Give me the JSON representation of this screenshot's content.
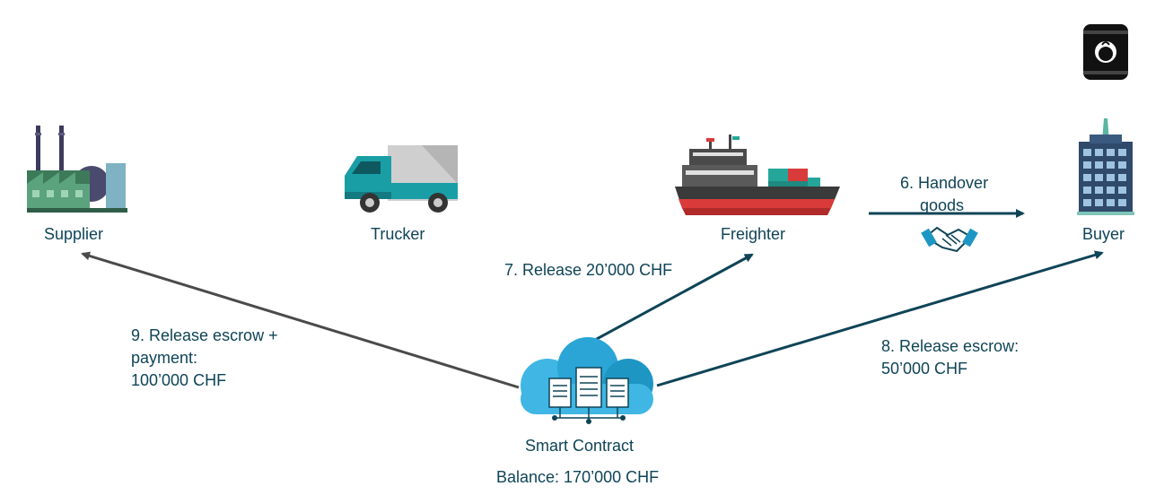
{
  "actors": {
    "supplier": "Supplier",
    "trucker": "Trucker",
    "freighter": "Freighter",
    "buyer": "Buyer"
  },
  "contract": {
    "name": "Smart Contract",
    "balance": "Balance: 170’000 CHF"
  },
  "steps": {
    "handover_line1": "6. Handover",
    "handover_line2": "goods",
    "release_freighter": "7. Release 20’000 CHF",
    "release_buyer_line1": "8. Release escrow:",
    "release_buyer_line2": "50’000 CHF",
    "release_supplier_line1": "9. Release escrow +",
    "release_supplier_line2": "payment:",
    "release_supplier_line3": "100’000 CHF"
  },
  "colors": {
    "arrow_dark": "#0f4457",
    "arrow_gray": "#4a4a4a",
    "cloud_light": "#3fb6e3",
    "cloud_dark": "#1e96c4",
    "ship_red": "#d93b3b",
    "teal": "#26a69a"
  },
  "icons": [
    "factory-icon",
    "truck-icon",
    "ship-icon",
    "building-icon",
    "can-icon",
    "handshake-icon",
    "cloud-server-icon"
  ]
}
